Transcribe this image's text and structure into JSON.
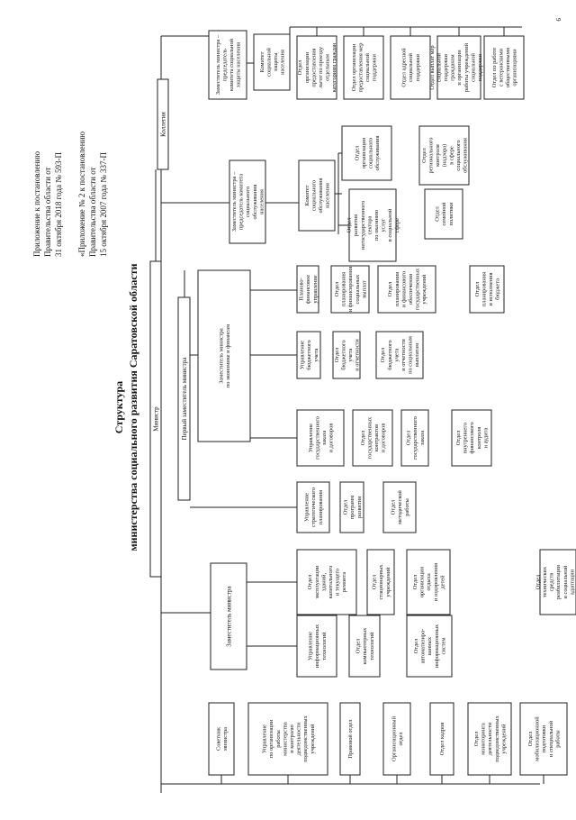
{
  "page_number": "9",
  "header": {
    "line1": "Приложение к постановлению",
    "line2": "Правительства области от",
    "line3": "31 октября 2018 года № 593-П",
    "line4": "«Приложение № 2 к постановлению",
    "line5": "Правительства области от",
    "line6": "15 октября 2007 года № 337-П"
  },
  "title": {
    "line1": "Структура",
    "line2": "министерства социального развития Саратовской области"
  },
  "top": {
    "minister": "Министр",
    "first_deputy": "Первый заместитель министра",
    "collegium": "Коллегия"
  },
  "deputy_committee": {
    "head": [
      "Заместитель министра –",
      "председатель",
      "комитета социальной",
      "защиты населения"
    ],
    "committee": [
      "Комитет",
      "социальной",
      "защиты",
      "населения"
    ],
    "depts": [
      [
        "Отдел",
        "организации",
        "предоставления",
        "льгот по проезду",
        "отдельным",
        "категориям граждан"
      ],
      [
        "Отдел организации",
        "предоставления мер",
        "социальной",
        "поддержки"
      ],
      [
        "Отдел адресной",
        "социальной",
        "поддержки"
      ],
      [
        "Отдел выплат мер",
        "социальной",
        "поддержки",
        "гражданам",
        "и организации",
        "работы учреждений",
        "социальной",
        "поддержки",
        "населения"
      ],
      [
        "Отдел по работе",
        "с ветеранскими",
        "общественными",
        "организациями"
      ]
    ]
  },
  "deputy_service": {
    "head": [
      "Заместитель министра –",
      "председатель комитета",
      "социального",
      "обслуживания",
      "населения"
    ],
    "committee": [
      "Комитет",
      "социального",
      "обслуживания",
      "населения"
    ],
    "depts_top": [
      [
        "Отдел",
        "организации",
        "социального",
        "обслуживания"
      ],
      [
        "Отдел",
        "регионального",
        "контроля",
        "(надзора)",
        "в сфере",
        "социального",
        "обслуживания"
      ]
    ],
    "depts_bottom": [
      [
        "Отдел",
        "развития",
        "негосударственного",
        "сектора",
        "по оказанию",
        "услуг",
        "в социальной",
        "сфере"
      ],
      [
        "Отдел",
        "семейной",
        "политики"
      ]
    ]
  },
  "deputy_economy": {
    "head": [
      "Заместитель министра",
      "по экономике и финансам"
    ],
    "col_finplan": [
      [
        "Планово-",
        "финансовое",
        "управление"
      ],
      [
        "Отдел",
        "планирования",
        "и финансирования",
        "социальных",
        "выплат"
      ],
      [
        "Отдел",
        "планирования",
        "и финансового",
        "обеспечения",
        "государственных",
        "учреждений"
      ],
      [
        "Отдел",
        "планирования",
        "и исполнения",
        "бюджета"
      ]
    ],
    "col_budget": [
      [
        "Управление",
        "бюджетного",
        "учета"
      ],
      [
        "Отдел",
        "бюджетного",
        "учета",
        "и отчетности"
      ],
      [
        "Отдел",
        "бюджетного",
        "учета",
        "и отчетности",
        "по социальным",
        "выплатам"
      ]
    ],
    "col_procurement": [
      [
        "Управление",
        "государственного",
        "заказа",
        "и договоров"
      ],
      [
        "Отдел",
        "государственных",
        "контрактов",
        "и договоров"
      ],
      [
        "Отдел",
        "государственного",
        "заказа"
      ],
      [
        "Отдел",
        "внутреннего",
        "финансового",
        "контроля",
        "и аудита"
      ]
    ]
  },
  "strategic": [
    [
      "Управление",
      "стратегического",
      "планирования"
    ],
    [
      "Отдел",
      "программ",
      "развития"
    ],
    [
      "Отдел",
      "методической",
      "работы"
    ]
  ],
  "deputy_minister": {
    "head": "Заместитель министра",
    "col_buildings": [
      [
        "Отдел",
        "эксплуатации",
        "зданий,",
        "капитального",
        "и текущего",
        "ремонта"
      ],
      [
        "Отдел",
        "стационарных",
        "учреждений"
      ],
      [
        "Отдел",
        "организации",
        "отдыха",
        "и оздоровления",
        "детей"
      ],
      [
        "Отдел",
        "технических",
        "средств",
        "реабилитации",
        "и социальной",
        "адаптации",
        "инвалидов"
      ]
    ],
    "col_it": [
      [
        "Управление",
        "информационных",
        "технологий"
      ],
      [
        "Отдел",
        "компьютерных",
        "технологий"
      ],
      [
        "Отдел",
        "автоматизиро-",
        "ванных",
        "информационных",
        "систем"
      ]
    ]
  },
  "direct": [
    [
      "Советник",
      "министра"
    ],
    [
      "Управление",
      "по организации",
      "работы",
      "министерства",
      "и контролю",
      "деятельности",
      "подведомственных",
      "учреждений"
    ],
    [
      "Правовой отдел"
    ],
    [
      "Организационный",
      "отдел"
    ],
    [
      "Отдел кадров"
    ],
    [
      "Отдел",
      "мониторинга",
      "деятельности",
      "подведомственных",
      "учреждений"
    ],
    [
      "Отдел",
      "мобилизационной",
      "подготовки",
      "и специальной",
      "работы"
    ]
  ]
}
